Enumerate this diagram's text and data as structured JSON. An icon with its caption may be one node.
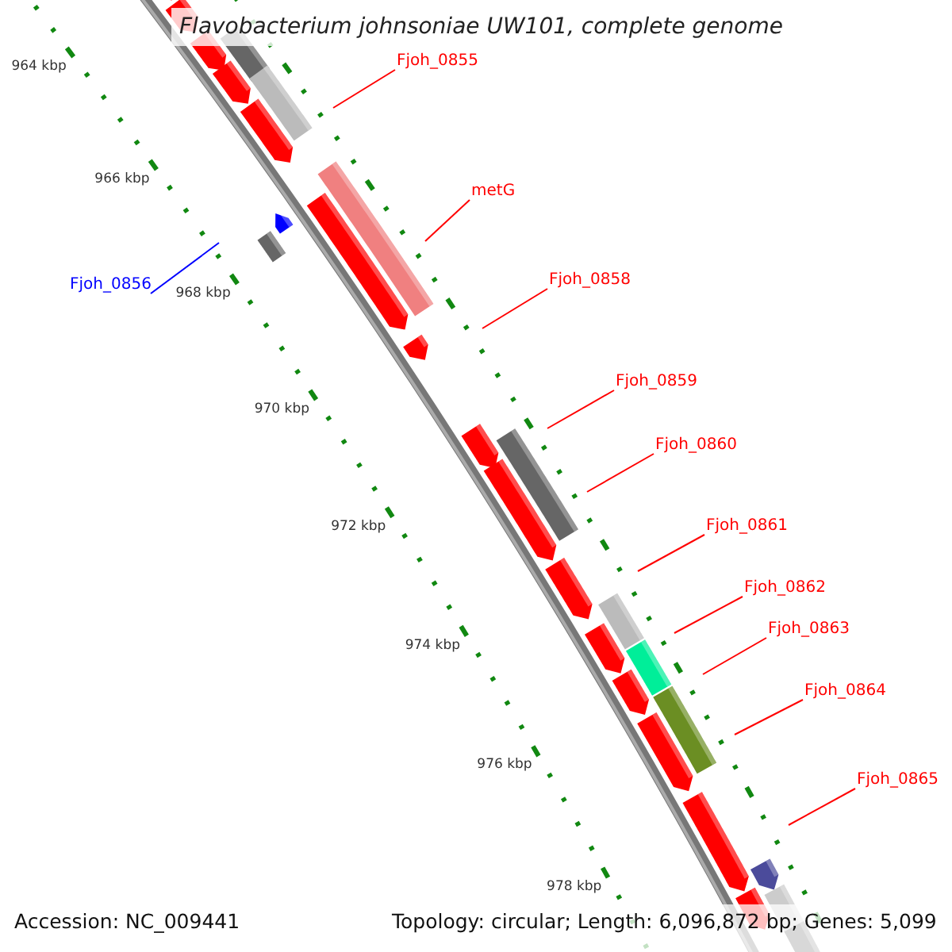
{
  "diagram": {
    "title": "Flavobacterium johnsoniae UW101, complete genome",
    "nodes": [
      {
        "text": [
          "Fjoh_0855"
        ]
      },
      {
        "text": [
          "metG"
        ]
      },
      {
        "text": [
          "Fjoh_0858"
        ]
      },
      {
        "text": [
          "Fjoh_0856"
        ]
      },
      {
        "text": [
          "Fjoh_0859"
        ]
      },
      {
        "text": [
          "Fjoh_0860"
        ]
      },
      {
        "text": [
          "Fjoh_0861"
        ]
      },
      {
        "text": [
          "Fjoh_0862"
        ]
      },
      {
        "text": [
          "Fjoh_0863"
        ]
      },
      {
        "text": [
          "Fjoh_0864"
        ]
      },
      {
        "text": [
          "Fjoh_0865"
        ]
      }
    ],
    "edges": [
      {
        "from": 0,
        "to": null,
        "arrow": "none"
      },
      {
        "from": 1,
        "to": null,
        "arrow": "none"
      },
      {
        "from": 2,
        "to": null,
        "arrow": "none"
      },
      {
        "from": 3,
        "to": null,
        "arrow": "none",
        "color": "#0000ff"
      },
      {
        "from": 4,
        "to": null,
        "arrow": "none"
      },
      {
        "from": 5,
        "to": null,
        "arrow": "none"
      },
      {
        "from": 6,
        "to": null,
        "arrow": "none"
      },
      {
        "from": 7,
        "to": null,
        "arrow": "none"
      },
      {
        "from": 8,
        "to": null,
        "arrow": "none"
      },
      {
        "from": 9,
        "to": null,
        "arrow": "none"
      },
      {
        "from": 10,
        "to": null,
        "arrow": "none"
      }
    ],
    "labels": [
      "964 kbp",
      "966 kbp",
      "968 kbp",
      "970 kbp",
      "972 kbp",
      "974 kbp",
      "976 kbp",
      "978 kbp",
      "Accession: NC_009441",
      "Topology: circular; Length: 6,096,872 bp; Genes: 5,099"
    ]
  }
}
